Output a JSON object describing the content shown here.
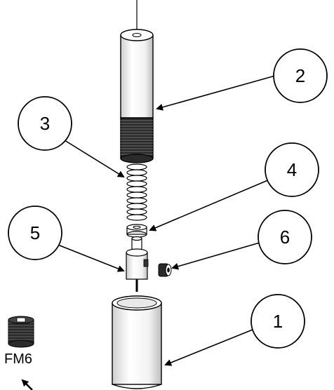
{
  "callouts": [
    {
      "id": "callout-1",
      "label": "1"
    },
    {
      "id": "callout-2",
      "label": "2"
    },
    {
      "id": "callout-3",
      "label": "3"
    },
    {
      "id": "callout-4",
      "label": "4"
    },
    {
      "id": "callout-5",
      "label": "5"
    },
    {
      "id": "callout-6",
      "label": "6"
    }
  ],
  "loose_part": {
    "label": "FM6"
  },
  "colors": {
    "line": "#000000",
    "fill": "#ffffff",
    "shade": "#e6e6e6",
    "thread": "#1a1a1a"
  }
}
